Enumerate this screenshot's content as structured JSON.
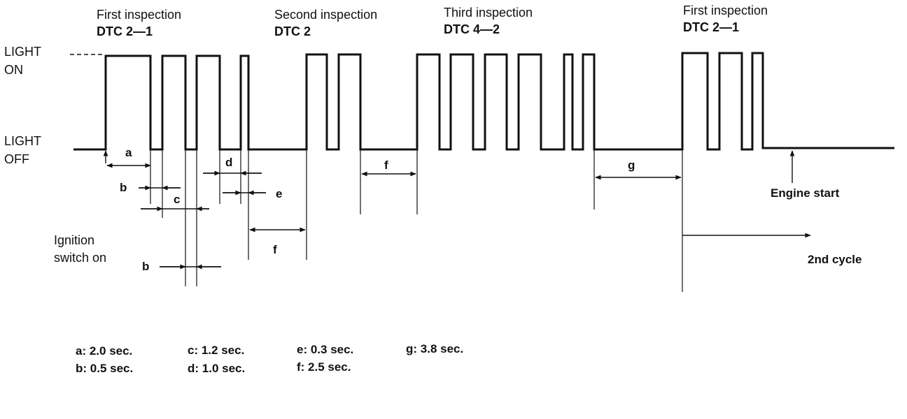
{
  "headers": [
    {
      "title": "First inspection",
      "code": "DTC 2—1"
    },
    {
      "title": "Second inspection",
      "code": "DTC 2"
    },
    {
      "title": "Third inspection",
      "code": "DTC 4—2"
    },
    {
      "title": "First inspection",
      "code": "DTC 2—1"
    }
  ],
  "axis": {
    "light_on": [
      "LIGHT",
      "ON"
    ],
    "light_off": [
      "LIGHT",
      "OFF"
    ]
  },
  "dimension_labels": {
    "a_first": "a",
    "b_first": "b",
    "c": "c",
    "d": "d",
    "e": "e",
    "f_first": "f",
    "f_second": "f",
    "g": "g",
    "b_second": "b"
  },
  "annotations": {
    "ignition": [
      "Ignition",
      "switch on"
    ],
    "engine_start": "Engine start",
    "second_cycle": "2nd cycle"
  },
  "legend": [
    "a: 2.0 sec.",
    "b: 0.5 sec.",
    "c: 1.2 sec.",
    "d: 1.0 sec.",
    "e: 0.3 sec.",
    "f: 2.5 sec.",
    "g: 3.8 sec."
  ],
  "colors": {
    "ink": "#111111",
    "background": "#ffffff"
  }
}
